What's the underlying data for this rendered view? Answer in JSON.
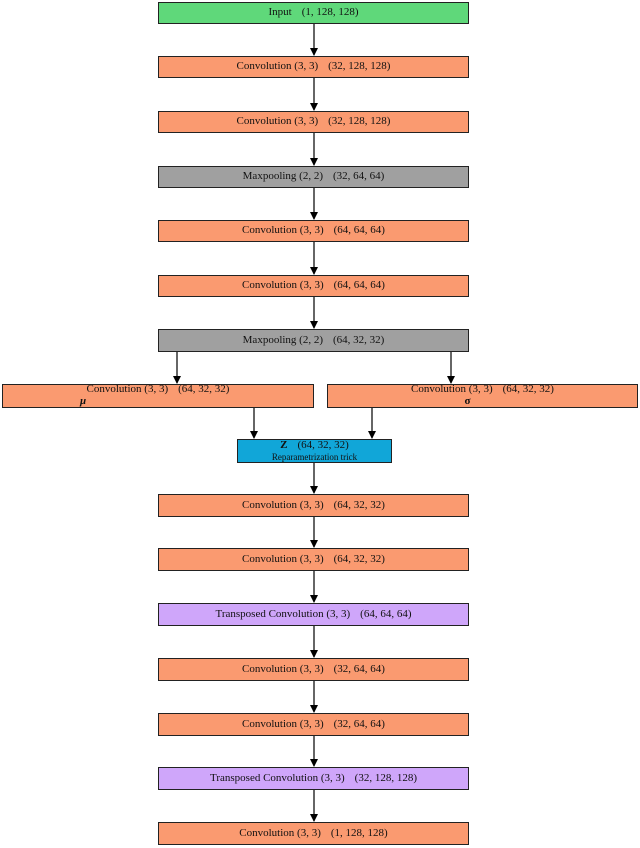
{
  "nodes": {
    "input": {
      "op": "Input",
      "shape": "(1, 128, 128)"
    },
    "conv1": {
      "op": "Convolution (3, 3)",
      "shape": "(32, 128, 128)"
    },
    "conv2": {
      "op": "Convolution (3, 3)",
      "shape": "(32, 128, 128)"
    },
    "pool1": {
      "op": "Maxpooling (2, 2)",
      "shape": "(32, 64, 64)"
    },
    "conv3": {
      "op": "Convolution (3, 3)",
      "shape": "(64, 64, 64)"
    },
    "conv4": {
      "op": "Convolution (3, 3)",
      "shape": "(64, 64, 64)"
    },
    "pool2": {
      "op": "Maxpooling (2, 2)",
      "shape": "(64, 32, 32)"
    },
    "mu": {
      "op": "Convolution (3, 3)",
      "shape": "(64, 32, 32)",
      "symbol": "μ"
    },
    "sigma": {
      "op": "Convolution (3, 3)",
      "shape": "(64, 32, 32)",
      "symbol": "σ"
    },
    "z": {
      "op": "Z",
      "shape": "(64, 32, 32)",
      "sub": "Reparametrization trick"
    },
    "conv5": {
      "op": "Convolution (3, 3)",
      "shape": "(64, 32, 32)"
    },
    "conv6": {
      "op": "Convolution (3, 3)",
      "shape": "(64, 32, 32)"
    },
    "tconv1": {
      "op": "Transposed Convolution (3, 3)",
      "shape": "(64, 64, 64)"
    },
    "conv7": {
      "op": "Convolution (3, 3)",
      "shape": "(32, 64, 64)"
    },
    "conv8": {
      "op": "Convolution (3, 3)",
      "shape": "(32, 64, 64)"
    },
    "tconv2": {
      "op": "Transposed Convolution (3, 3)",
      "shape": "(32, 128, 128)"
    },
    "output": {
      "op": "Convolution (3, 3)",
      "shape": "(1, 128, 128)"
    }
  },
  "colors": {
    "input": "#5fd87a",
    "convolution": "#fa9a70",
    "maxpooling": "#a0a0a0",
    "transposed_convolution": "#cfa6fa",
    "latent": "#11a6d8"
  }
}
